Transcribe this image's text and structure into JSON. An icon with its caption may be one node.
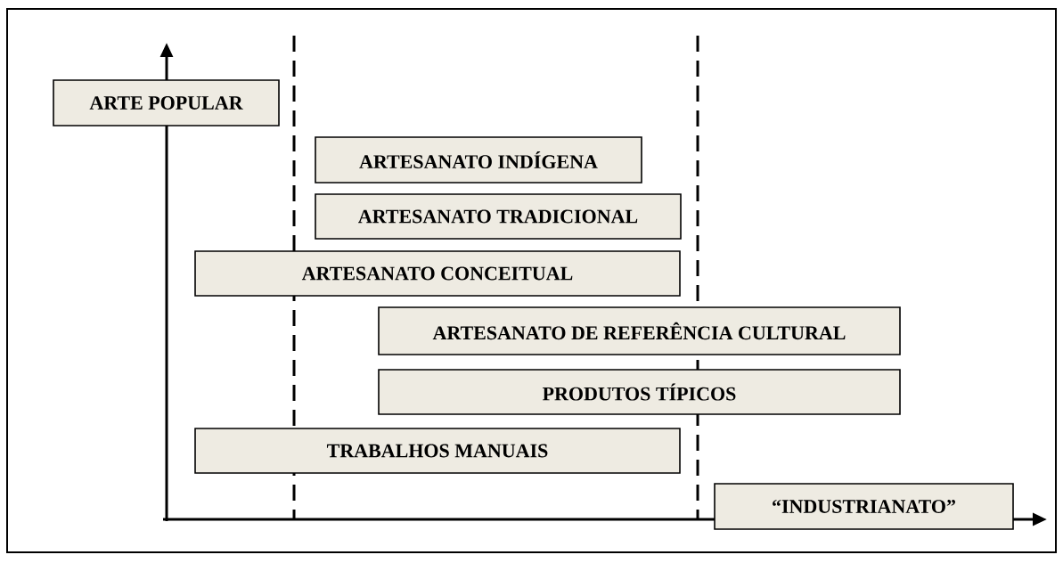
{
  "diagram": {
    "nodes": [
      {
        "text": [
          "ARTE POPULAR"
        ]
      },
      {
        "text": [
          "ARTESANATO INDÍGENA"
        ]
      },
      {
        "text": [
          "ARTESANATO TRADICIONAL"
        ]
      },
      {
        "text": [
          "ARTESANATO CONCEITUAL"
        ]
      },
      {
        "text": [
          "ARTESANATO DE REFERÊNCIA CULTURAL"
        ]
      },
      {
        "text": [
          "PRODUTOS TÍPICOS"
        ]
      },
      {
        "text": [
          "TRABALHOS MANUAIS"
        ]
      },
      {
        "text": [
          "“INDUSTRIANATO”"
        ]
      }
    ]
  }
}
